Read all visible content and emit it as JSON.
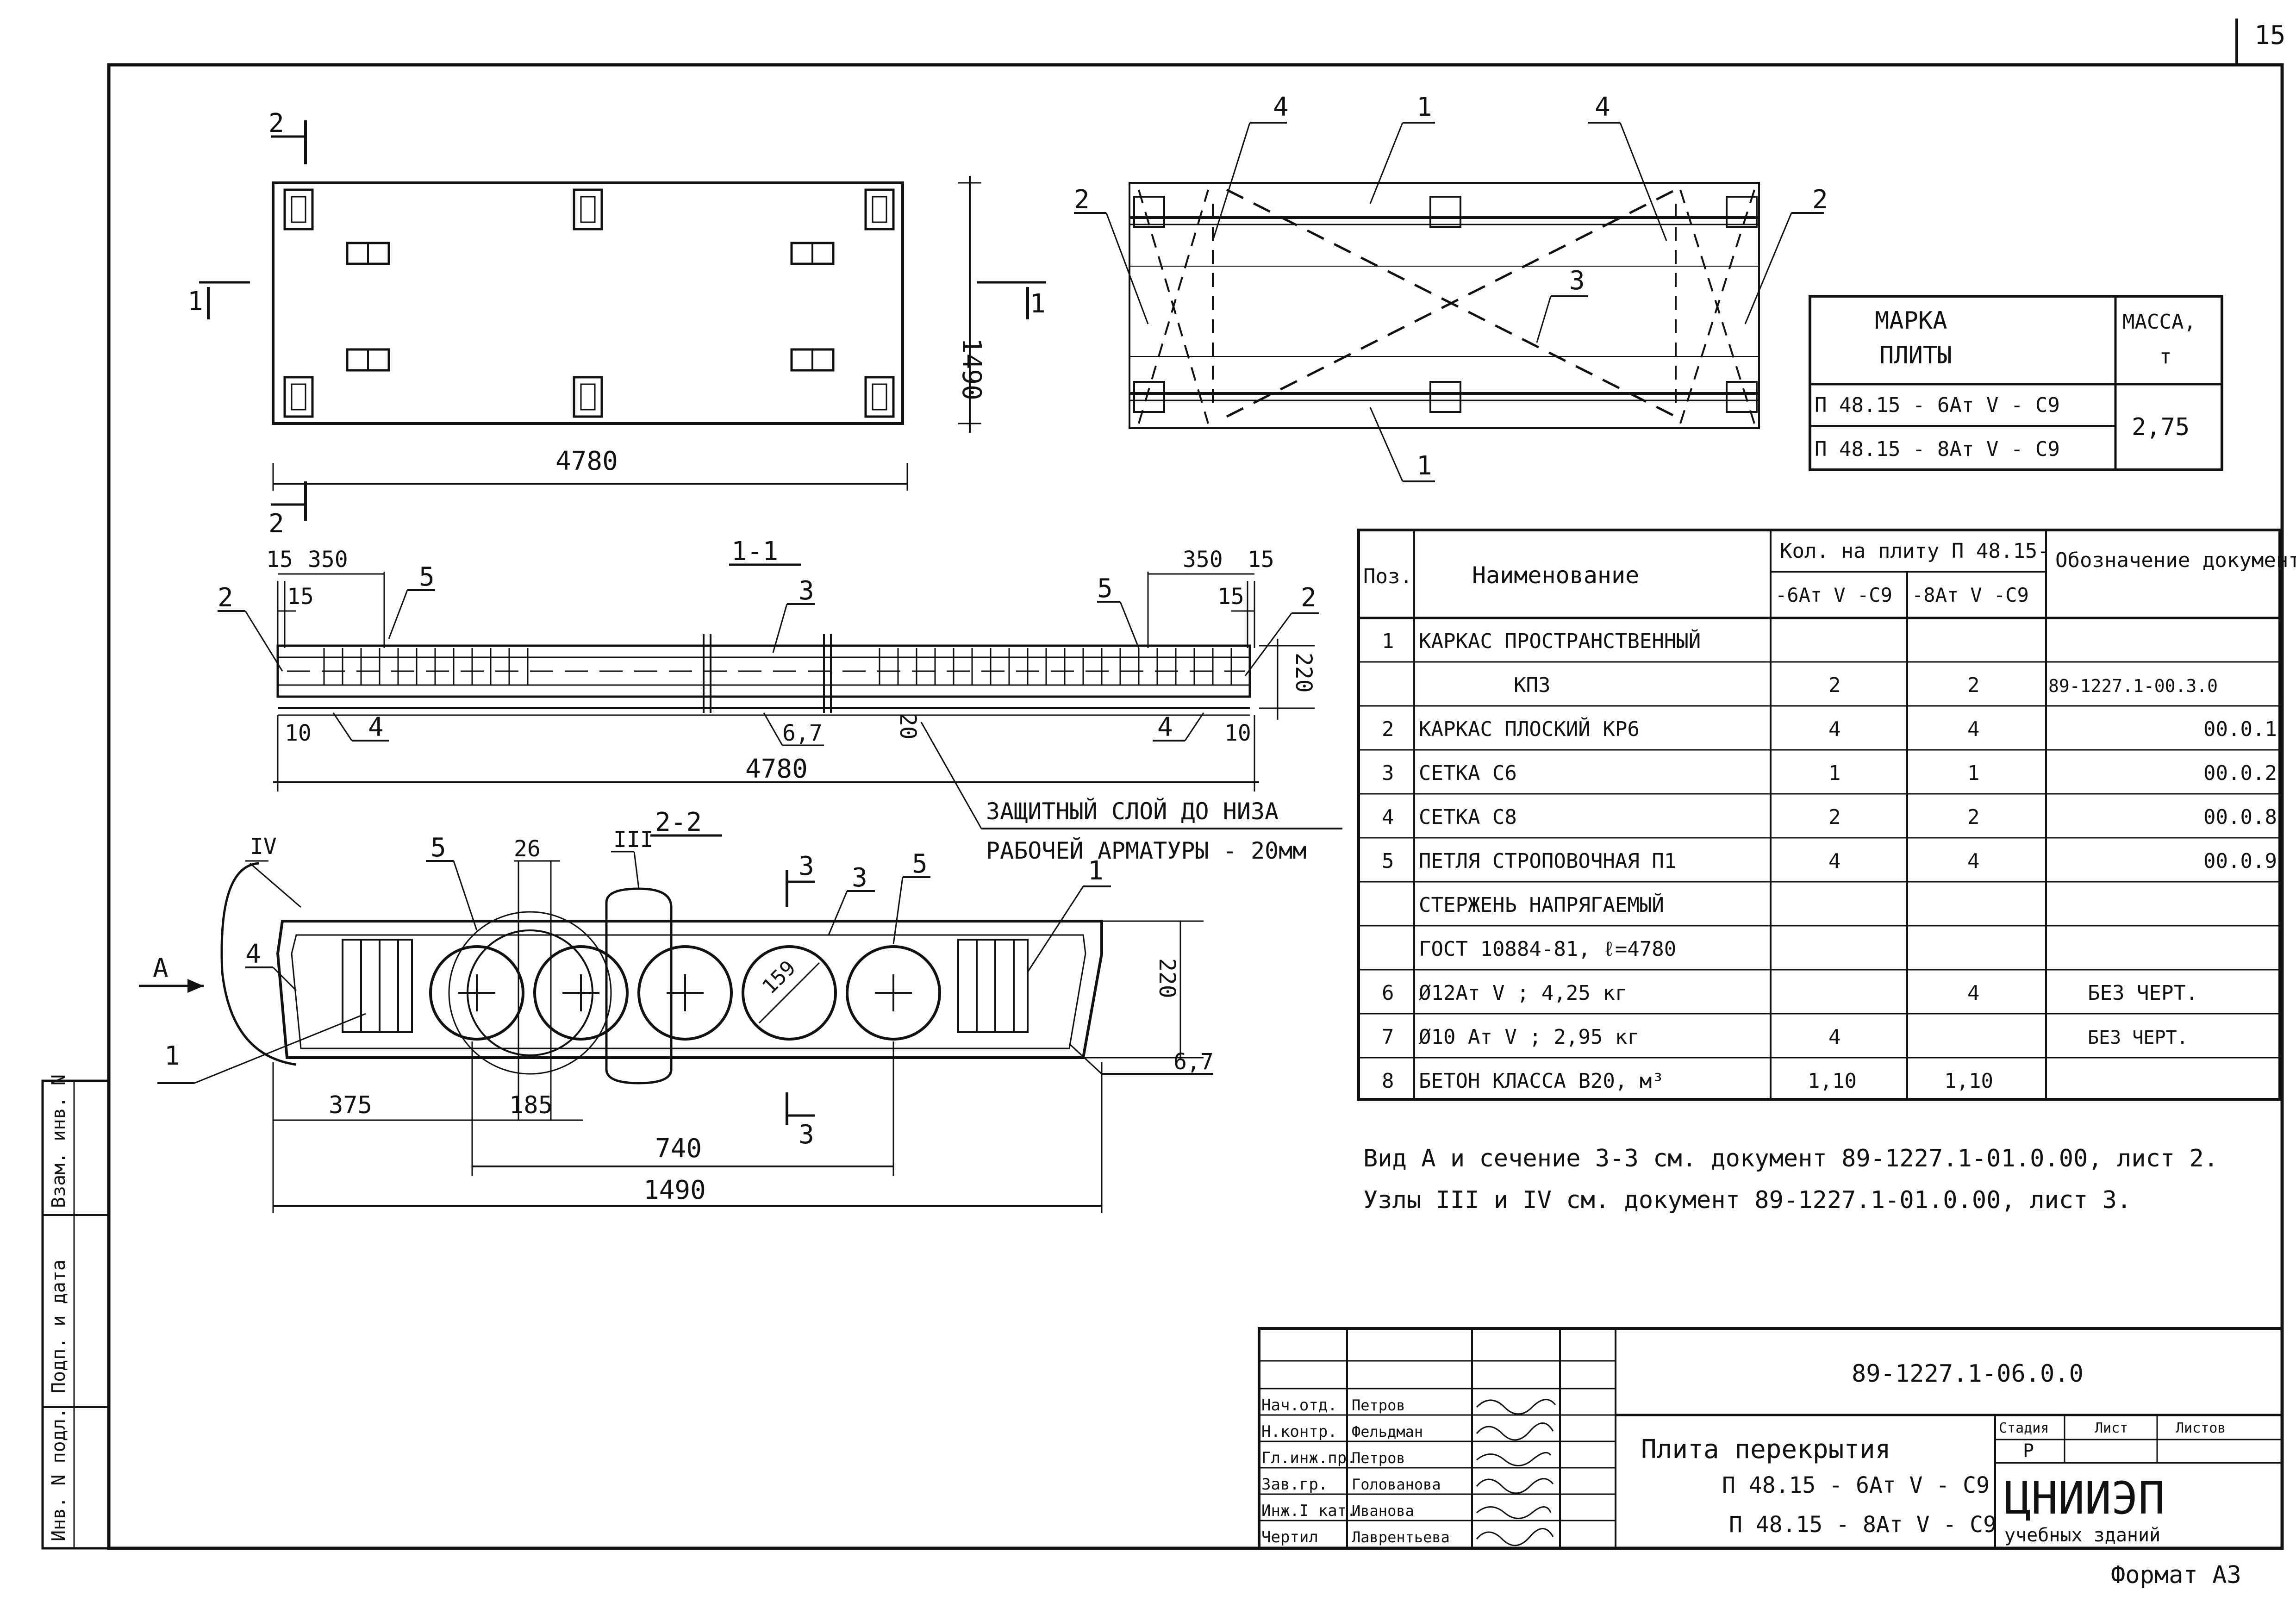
{
  "page_number": "15",
  "format_label": "Формат А3",
  "plan": {
    "section_mark_top": "2",
    "section_mark_bottom": "2",
    "section_mark_left": "1",
    "section_mark_right": "1",
    "length": "4780",
    "width": "1490"
  },
  "frame_view": {
    "callouts": [
      "4",
      "1",
      "4",
      "2",
      "2",
      "3",
      "1"
    ]
  },
  "mass_table": {
    "header_mark": [
      "МАРКА",
      "ПЛИТЫ"
    ],
    "header_mass": [
      "МАССА,",
      "т"
    ],
    "marks": [
      "П 48.15 - 6Ат V - С9",
      "П 48.15 - 8Ат V - С9"
    ],
    "mass": "2,75"
  },
  "section_1_1": {
    "title": "1-1",
    "dims": [
      "15",
      "350",
      "15",
      "350",
      "15",
      "15",
      "220",
      "10",
      "10",
      "4780",
      "6,7",
      "20"
    ],
    "callouts": [
      "2",
      "5",
      "3",
      "5",
      "2",
      "4",
      "4"
    ],
    "note_line1": "ЗАЩИТНЫЙ СЛОЙ ДО НИЗА",
    "note_line2": "РАБОЧЕЙ АРМАТУРЫ - 20мм"
  },
  "section_2_2": {
    "title": "2-2",
    "node_labels": [
      "IV",
      "III"
    ],
    "callouts": [
      "5",
      "3",
      "5",
      "1",
      "4",
      "1"
    ],
    "view_mark": "А",
    "cut_mark": "3",
    "dims": [
      "26",
      "159",
      "220",
      "6,7",
      "375",
      "185",
      "740",
      "1490"
    ]
  },
  "spec_table": {
    "headers": {
      "pos": "Поз.",
      "name": "Наименование",
      "qty": "Кол. на плиту П 48.15-",
      "qty_a": "-6Ат V -С9",
      "qty_b": "-8Ат V -С9",
      "doc": "Обозначение документа"
    },
    "rows": [
      {
        "pos": "1",
        "name": "КАРКАС ПРОСТРАНСТВЕННЫЙ",
        "qa": "",
        "qb": "",
        "doc": ""
      },
      {
        "pos": "",
        "name": "КП3",
        "qa": "2",
        "qb": "2",
        "doc": "89-1227.1-00.3.0"
      },
      {
        "pos": "2",
        "name": "КАРКАС ПЛОСКИЙ КР6",
        "qa": "4",
        "qb": "4",
        "doc": "00.0.1"
      },
      {
        "pos": "3",
        "name": "СЕТКА С6",
        "qa": "1",
        "qb": "1",
        "doc": "00.0.2"
      },
      {
        "pos": "4",
        "name": "СЕТКА С8",
        "qa": "2",
        "qb": "2",
        "doc": "00.0.8"
      },
      {
        "pos": "5",
        "name": "ПЕТЛЯ СТРОПОВОЧНАЯ П1",
        "qa": "4",
        "qb": "4",
        "doc": "00.0.9"
      },
      {
        "pos": "",
        "name": "СТЕРЖЕНЬ НАПРЯГАЕМЫЙ",
        "qa": "",
        "qb": "",
        "doc": ""
      },
      {
        "pos": "",
        "name": "ГОСТ 10884-81, ℓ=4780",
        "qa": "",
        "qb": "",
        "doc": ""
      },
      {
        "pos": "6",
        "name": "Ø12Ат V ; 4,25 кг",
        "qa": "",
        "qb": "4",
        "doc": "БЕЗ ЧЕРТ."
      },
      {
        "pos": "7",
        "name": "Ø10 Ат V ; 2,95 кг",
        "qa": "4",
        "qb": "",
        "doc": "БЕЗ ЧЕРТ."
      },
      {
        "pos": "8",
        "name": "БЕТОН КЛАССА В20, м³",
        "qa": "1,10",
        "qb": "1,10",
        "doc": ""
      }
    ]
  },
  "notes": [
    "Вид А и сечение 3-3 см. документ 89-1227.1-01.0.00, лист 2.",
    "Узлы III и IV см. документ 89-1227.1-01.0.00, лист 3."
  ],
  "side_stamp": [
    "Взам. инв. N",
    "Подп. и дата",
    "Инв. N подл."
  ],
  "title_block": {
    "doc_code": "89-1227.1-06.0.0",
    "roles": [
      "Нач.отд.",
      "Н.контр.",
      "Гл.инж.пр.",
      "Зав.гр.",
      "Инж.I кат.",
      "Чертил"
    ],
    "names": [
      "Петров",
      "Фельдман",
      "Петров",
      "Голованова",
      "Иванова",
      "Лаврентьева"
    ],
    "title_line1": "Плита перекрытия",
    "title_line2": "П 48.15 - 6Ат V - С9",
    "title_line3": "П 48.15 - 8Ат V - С9",
    "stage_header": "Стадия",
    "sheet_header": "Лист",
    "sheets_header": "Листов",
    "stage": "Р",
    "org": "ЦНИИЭП",
    "org_sub": "учебных зданий"
  }
}
